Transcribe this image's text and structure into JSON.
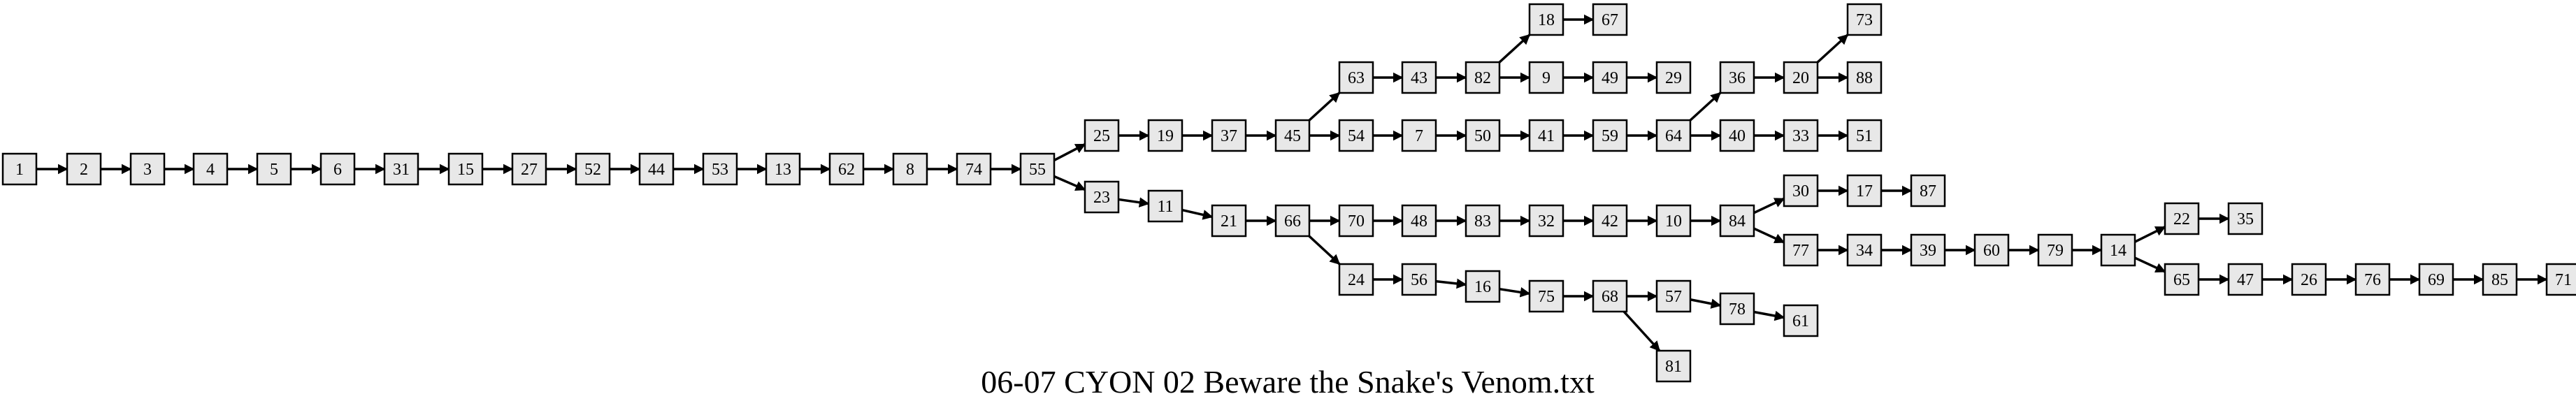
{
  "caption": "06-07 CYON 02 Beware the Snake's Venom.txt",
  "colors": {
    "node_fill": "#e8e8e8",
    "stroke": "#000000",
    "background": "#ffffff"
  },
  "nodes": [
    "1",
    "2",
    "3",
    "4",
    "5",
    "6",
    "31",
    "15",
    "27",
    "52",
    "44",
    "53",
    "13",
    "62",
    "8",
    "74",
    "55",
    "25",
    "19",
    "37",
    "45",
    "63",
    "43",
    "82",
    "18",
    "67",
    "9",
    "49",
    "29",
    "54",
    "7",
    "50",
    "41",
    "59",
    "64",
    "36",
    "20",
    "73",
    "88",
    "40",
    "33",
    "51",
    "23",
    "11",
    "21",
    "66",
    "70",
    "48",
    "83",
    "32",
    "42",
    "10",
    "84",
    "30",
    "17",
    "87",
    "77",
    "34",
    "39",
    "60",
    "79",
    "14",
    "22",
    "35",
    "65",
    "47",
    "26",
    "76",
    "69",
    "85",
    "71",
    "24",
    "56",
    "16",
    "75",
    "68",
    "57",
    "78",
    "61",
    "81"
  ],
  "edges": [
    [
      "1",
      "2"
    ],
    [
      "2",
      "3"
    ],
    [
      "3",
      "4"
    ],
    [
      "4",
      "5"
    ],
    [
      "5",
      "6"
    ],
    [
      "6",
      "31"
    ],
    [
      "31",
      "15"
    ],
    [
      "15",
      "27"
    ],
    [
      "27",
      "52"
    ],
    [
      "52",
      "44"
    ],
    [
      "44",
      "53"
    ],
    [
      "53",
      "13"
    ],
    [
      "13",
      "62"
    ],
    [
      "62",
      "8"
    ],
    [
      "8",
      "74"
    ],
    [
      "74",
      "55"
    ],
    [
      "55",
      "25"
    ],
    [
      "55",
      "23"
    ],
    [
      "25",
      "19"
    ],
    [
      "19",
      "37"
    ],
    [
      "37",
      "45"
    ],
    [
      "45",
      "63"
    ],
    [
      "45",
      "54"
    ],
    [
      "63",
      "43"
    ],
    [
      "43",
      "82"
    ],
    [
      "82",
      "18"
    ],
    [
      "82",
      "9"
    ],
    [
      "18",
      "67"
    ],
    [
      "9",
      "49"
    ],
    [
      "49",
      "29"
    ],
    [
      "54",
      "7"
    ],
    [
      "7",
      "50"
    ],
    [
      "50",
      "41"
    ],
    [
      "41",
      "59"
    ],
    [
      "59",
      "64"
    ],
    [
      "64",
      "36"
    ],
    [
      "64",
      "40"
    ],
    [
      "36",
      "20"
    ],
    [
      "20",
      "73"
    ],
    [
      "20",
      "88"
    ],
    [
      "40",
      "33"
    ],
    [
      "33",
      "51"
    ],
    [
      "23",
      "11"
    ],
    [
      "11",
      "21"
    ],
    [
      "21",
      "66"
    ],
    [
      "66",
      "70"
    ],
    [
      "66",
      "24"
    ],
    [
      "70",
      "48"
    ],
    [
      "48",
      "83"
    ],
    [
      "83",
      "32"
    ],
    [
      "32",
      "42"
    ],
    [
      "42",
      "10"
    ],
    [
      "10",
      "84"
    ],
    [
      "84",
      "30"
    ],
    [
      "84",
      "77"
    ],
    [
      "30",
      "17"
    ],
    [
      "17",
      "87"
    ],
    [
      "77",
      "34"
    ],
    [
      "34",
      "39"
    ],
    [
      "39",
      "60"
    ],
    [
      "60",
      "79"
    ],
    [
      "79",
      "14"
    ],
    [
      "14",
      "22"
    ],
    [
      "14",
      "65"
    ],
    [
      "22",
      "35"
    ],
    [
      "65",
      "47"
    ],
    [
      "47",
      "26"
    ],
    [
      "26",
      "76"
    ],
    [
      "76",
      "69"
    ],
    [
      "69",
      "85"
    ],
    [
      "85",
      "71"
    ],
    [
      "24",
      "56"
    ],
    [
      "56",
      "16"
    ],
    [
      "16",
      "75"
    ],
    [
      "75",
      "68"
    ],
    [
      "68",
      "57"
    ],
    [
      "68",
      "81"
    ],
    [
      "57",
      "78"
    ],
    [
      "78",
      "61"
    ]
  ]
}
